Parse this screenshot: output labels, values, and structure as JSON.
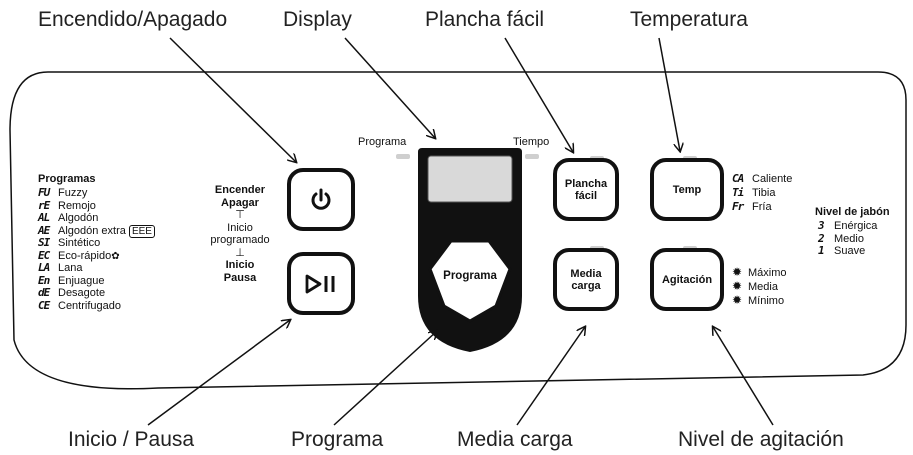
{
  "callouts": {
    "power": "Encendido/Apagado",
    "display": "Display",
    "easy_iron": "Plancha fácil",
    "temperature": "Temperatura",
    "start_pause": "Inicio / Pausa",
    "program": "Programa",
    "half_load": "Media carga",
    "agitation_level": "Nivel de agitación"
  },
  "panel": {
    "programs_title": "Programas",
    "programs": [
      {
        "code": "FU",
        "label": "Fuzzy"
      },
      {
        "code": "rE",
        "label": "Remojo"
      },
      {
        "code": "AL",
        "label": "Algodón"
      },
      {
        "code": "AE",
        "label": "Algodón extra",
        "badge": "EEE"
      },
      {
        "code": "SI",
        "label": "Sintético"
      },
      {
        "code": "EC",
        "label": "Eco-rápido",
        "icon": "leaf-icon"
      },
      {
        "code": "LA",
        "label": "Lana"
      },
      {
        "code": "En",
        "label": "Enjuague"
      },
      {
        "code": "dE",
        "label": "Desagote"
      },
      {
        "code": "CE",
        "label": "Centrifugado"
      }
    ],
    "power_labels": {
      "on": "Encender",
      "off": "Apagar",
      "timer_line1": "Inicio",
      "timer_line2": "programado",
      "start": "Inicio",
      "pause": "Pausa",
      "arrow_up": "⊤",
      "arrow_down": "⊥"
    },
    "display_labels": {
      "program": "Programa",
      "time": "Tiempo"
    },
    "buttons": {
      "program": "Programa",
      "easy_iron_line1": "Plancha",
      "easy_iron_line2": "fácil",
      "half_load_line1": "Media",
      "half_load_line2": "carga",
      "temp": "Temp",
      "agitation": "Agitación"
    },
    "temperature_options": [
      {
        "code": "CA",
        "label": "Caliente"
      },
      {
        "code": "Ti",
        "label": "Tibia"
      },
      {
        "code": "Fr",
        "label": "Fría"
      }
    ],
    "agitation_options": [
      "Máximo",
      "Media",
      "Mínimo"
    ],
    "soap_title": "Nivel de jabón",
    "soap_options": [
      {
        "code": "3",
        "label": "Enérgica"
      },
      {
        "code": "2",
        "label": "Medio"
      },
      {
        "code": "1",
        "label": "Suave"
      }
    ]
  },
  "icons": {
    "power": "power-icon",
    "play_pause": "play-pause-icon",
    "agitation": "sun-icon",
    "eco": "leaf-icon"
  }
}
